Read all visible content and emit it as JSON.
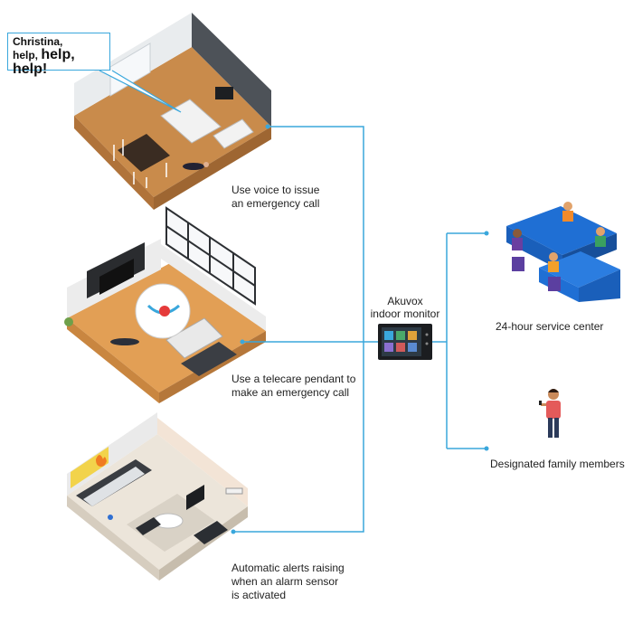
{
  "speech_bubble": {
    "line1": "Christina,",
    "help1": "help,",
    "help2": "help,",
    "help3": "help!"
  },
  "scenarios": [
    {
      "line1": "Use voice to issue",
      "line2": "an emergency call"
    },
    {
      "line1": "Use a telecare pendant to",
      "line2": "make an emergency call"
    },
    {
      "line1": "Automatic alerts raising",
      "line2": "when an alarm sensor",
      "line3": "is activated"
    }
  ],
  "hub": {
    "line1": "Akuvox",
    "line2": "indoor monitor"
  },
  "recipients": [
    {
      "label": "24-hour service center"
    },
    {
      "label": "Designated family members"
    }
  ],
  "colors": {
    "connector": "#3aa7dc",
    "floor": "#c88a4a",
    "wall": "#eeeeee",
    "dark_wall": "#4a4f55",
    "desk": "#1e6fd0"
  }
}
